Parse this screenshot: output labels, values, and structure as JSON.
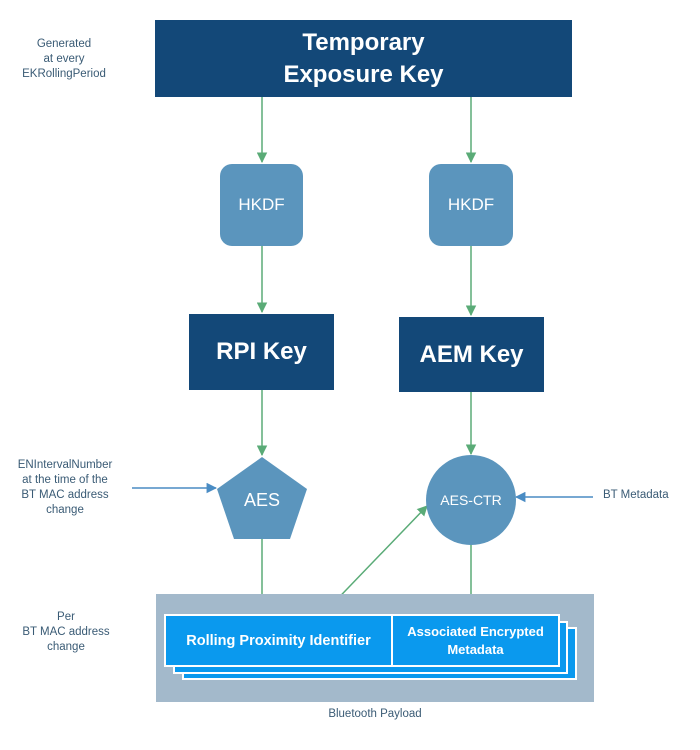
{
  "colors": {
    "dark_blue": "#134878",
    "mid_blue": "#5b95bd",
    "arrow_green": "#5aab77",
    "input_arrow_blue": "#4a8cc4",
    "payload_bg": "#a3b9cb",
    "payload_card": "#0a99ee",
    "label_text": "#3a5b75"
  },
  "notes": {
    "generated": "Generated\nat every\nEKRollingPeriod",
    "interval": "ENIntervalNumber\nat the time of the\nBT MAC address\nchange",
    "per_change": "Per\nBT MAC address\nchange",
    "bt_metadata": "BT Metadata",
    "payload_caption": "Bluetooth Payload"
  },
  "nodes": {
    "tek": "Temporary\nExposure Key",
    "hkdf_left": "HKDF",
    "hkdf_right": "HKDF",
    "rpi_key": "RPI Key",
    "aem_key": "AEM Key",
    "aes": "AES",
    "aes_ctr": "AES-CTR"
  },
  "payload": {
    "rpi": "Rolling Proximity Identifier",
    "aem": "Associated Encrypted\nMetadata"
  }
}
